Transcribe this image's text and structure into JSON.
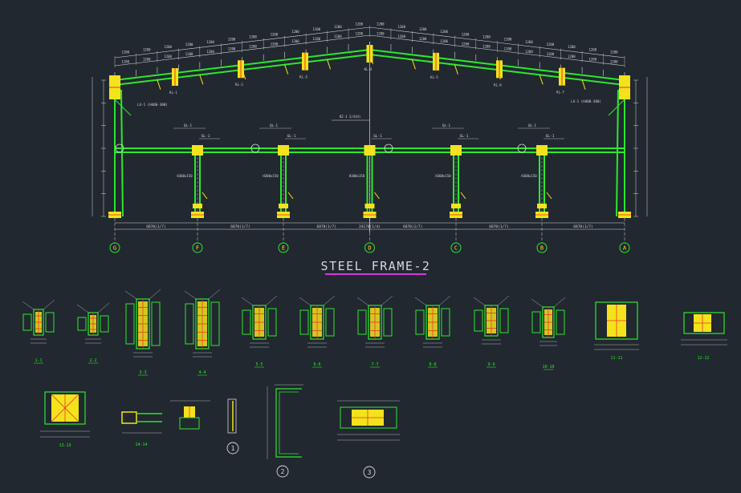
{
  "drawing": {
    "title": "STEEL FRAME-2",
    "colors": {
      "background": "#212830",
      "member": "#2ee62e",
      "plate": "#f4e21c",
      "accent": "#e8352a",
      "dimension": "#d8d8d8",
      "underline": "#d43cd8",
      "grid_bubble": "#2ee62e"
    },
    "grid_axes": [
      "G",
      "F",
      "E",
      "D",
      "C",
      "B",
      "A"
    ],
    "bay_dims": [
      "6870(1/7)",
      "6870(1/7)",
      "6870(1/7)",
      "6870(1/7)",
      "6870(1/7)",
      "6870(1/7)"
    ],
    "overall_dim": "24170(1/4)",
    "section_labels": [
      "1-1",
      "2-2",
      "3-3",
      "4-4",
      "5-5",
      "6-6",
      "7-7",
      "8-8",
      "9-9",
      "10-10",
      "11-11",
      "12-12",
      "13-13",
      "14-14"
    ],
    "detail_labels": [
      "1",
      "2",
      "3"
    ]
  }
}
